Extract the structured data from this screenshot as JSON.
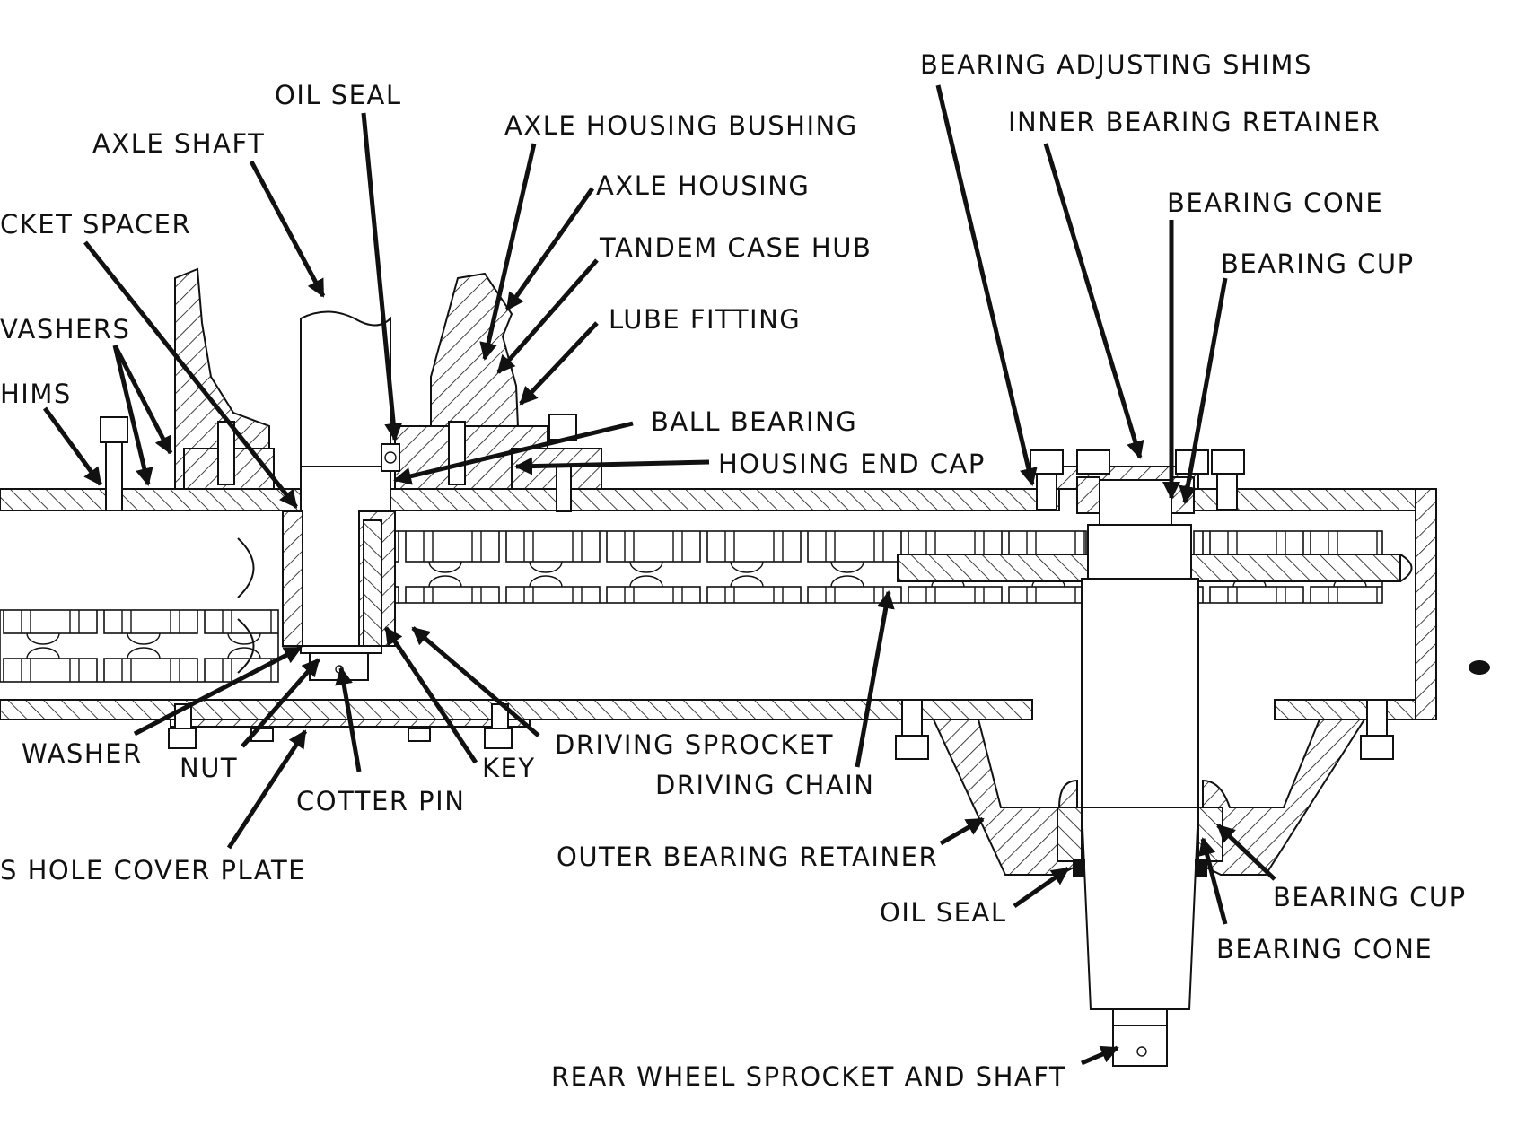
{
  "diagram": {
    "title": "Tandem drive axle and chain housing cross-section",
    "colors": {
      "ink": "#111111",
      "paper": "#ffffff"
    },
    "labels": {
      "oil_seal_top": "OIL SEAL",
      "axle_shaft": "AXLE SHAFT",
      "sprocket_spacer": "CKET SPACER",
      "washers": "VASHERS",
      "shims": "HIMS",
      "axle_housing_bushing": "AXLE HOUSING BUSHING",
      "axle_housing": "AXLE HOUSING",
      "tandem_case_hub": "TANDEM CASE HUB",
      "lube_fitting": "LUBE FITTING",
      "ball_bearing": "BALL BEARING",
      "housing_end_cap": "HOUSING END CAP",
      "bearing_adjusting_shims": "BEARING ADJUSTING SHIMS",
      "inner_bearing_retainer": "INNER BEARING RETAINER",
      "bearing_cone_top": "BEARING CONE",
      "bearing_cup_top": "BEARING CUP",
      "washer": "WASHER",
      "nut": "NUT",
      "cotter_pin": "COTTER PIN",
      "key": "KEY",
      "driving_sprocket": "DRIVING SPROCKET",
      "driving_chain": "DRIVING CHAIN",
      "hole_cover_plate": "S HOLE COVER PLATE",
      "outer_bearing_retainer": "OUTER BEARING RETAINER",
      "oil_seal_bottom": "OIL SEAL",
      "bearing_cup_bottom": "BEARING CUP",
      "bearing_cone_bottom": "BEARING CONE",
      "rear_wheel_sprocket_and_shaft": "REAR WHEEL SPROCKET AND SHAFT"
    }
  }
}
